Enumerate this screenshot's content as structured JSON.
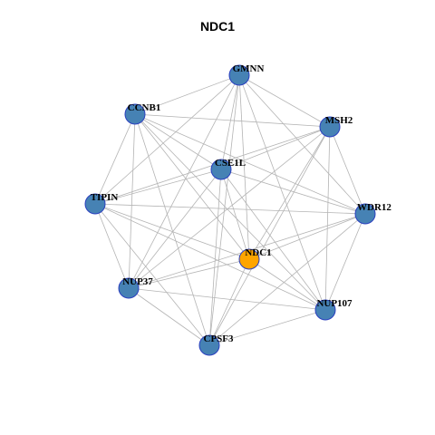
{
  "title": "NDC1",
  "colors": {
    "node_default": "#4682b4",
    "node_focus": "#ffa500",
    "node_border": "#2a3fbf",
    "edge": "#b4b4b4"
  },
  "focus": "NDC1",
  "nodes": [
    "GMNN",
    "CCNB1",
    "MSH2",
    "CSE1L",
    "TIPIN",
    "WDR12",
    "NDC1",
    "NUP37",
    "NUP107",
    "CPSF3"
  ],
  "edges": [
    [
      "GMNN",
      "CCNB1"
    ],
    [
      "GMNN",
      "MSH2"
    ],
    [
      "GMNN",
      "CSE1L"
    ],
    [
      "GMNN",
      "TIPIN"
    ],
    [
      "GMNN",
      "WDR12"
    ],
    [
      "GMNN",
      "NDC1"
    ],
    [
      "GMNN",
      "NUP37"
    ],
    [
      "GMNN",
      "NUP107"
    ],
    [
      "GMNN",
      "CPSF3"
    ],
    [
      "CCNB1",
      "MSH2"
    ],
    [
      "CCNB1",
      "CSE1L"
    ],
    [
      "CCNB1",
      "TIPIN"
    ],
    [
      "CCNB1",
      "WDR12"
    ],
    [
      "CCNB1",
      "NDC1"
    ],
    [
      "CCNB1",
      "NUP37"
    ],
    [
      "CCNB1",
      "NUP107"
    ],
    [
      "CCNB1",
      "CPSF3"
    ],
    [
      "MSH2",
      "CSE1L"
    ],
    [
      "MSH2",
      "TIPIN"
    ],
    [
      "MSH2",
      "WDR12"
    ],
    [
      "MSH2",
      "NDC1"
    ],
    [
      "MSH2",
      "NUP37"
    ],
    [
      "MSH2",
      "NUP107"
    ],
    [
      "MSH2",
      "CPSF3"
    ],
    [
      "CSE1L",
      "TIPIN"
    ],
    [
      "CSE1L",
      "WDR12"
    ],
    [
      "CSE1L",
      "NDC1"
    ],
    [
      "CSE1L",
      "NUP37"
    ],
    [
      "CSE1L",
      "NUP107"
    ],
    [
      "CSE1L",
      "CPSF3"
    ],
    [
      "TIPIN",
      "WDR12"
    ],
    [
      "TIPIN",
      "NDC1"
    ],
    [
      "TIPIN",
      "NUP37"
    ],
    [
      "TIPIN",
      "NUP107"
    ],
    [
      "TIPIN",
      "CPSF3"
    ],
    [
      "WDR12",
      "NDC1"
    ],
    [
      "WDR12",
      "NUP37"
    ],
    [
      "WDR12",
      "NUP107"
    ],
    [
      "WDR12",
      "CPSF3"
    ],
    [
      "NDC1",
      "NUP37"
    ],
    [
      "NDC1",
      "NUP107"
    ],
    [
      "NDC1",
      "CPSF3"
    ],
    [
      "NUP37",
      "NUP107"
    ],
    [
      "NUP37",
      "CPSF3"
    ],
    [
      "NUP107",
      "CPSF3"
    ]
  ]
}
